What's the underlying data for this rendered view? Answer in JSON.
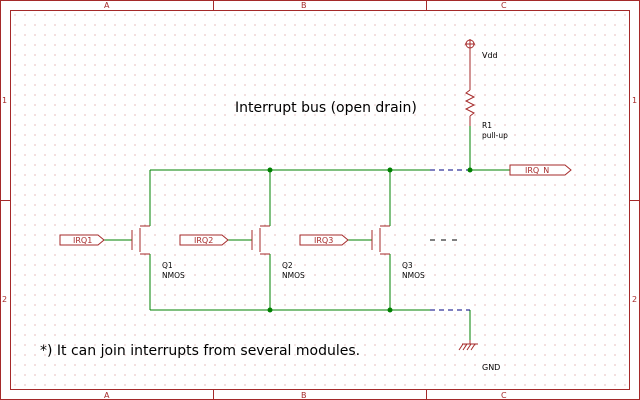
{
  "frame": {
    "columns": [
      "A",
      "B",
      "C"
    ],
    "rows": [
      "1",
      "2"
    ]
  },
  "title": "Interrupt bus (open drain)",
  "note": "*) It can join interrupts from several modules.",
  "power": {
    "vdd": "Vdd",
    "gnd": "GND"
  },
  "resistor": {
    "ref": "R1",
    "value": "pull-up"
  },
  "output_port": "IRQ_N",
  "transistors": [
    {
      "ref": "Q1",
      "type": "NMOS",
      "input": "IRQ1"
    },
    {
      "ref": "Q2",
      "type": "NMOS",
      "input": "IRQ2"
    },
    {
      "ref": "Q3",
      "type": "NMOS",
      "input": "IRQ3"
    }
  ],
  "colors": {
    "frame": "#a52a2a",
    "wire": "#008000",
    "component": "#a52a2a",
    "bus_ext": "#000080",
    "junction": "#008000",
    "grid": "#a0a0a0"
  }
}
